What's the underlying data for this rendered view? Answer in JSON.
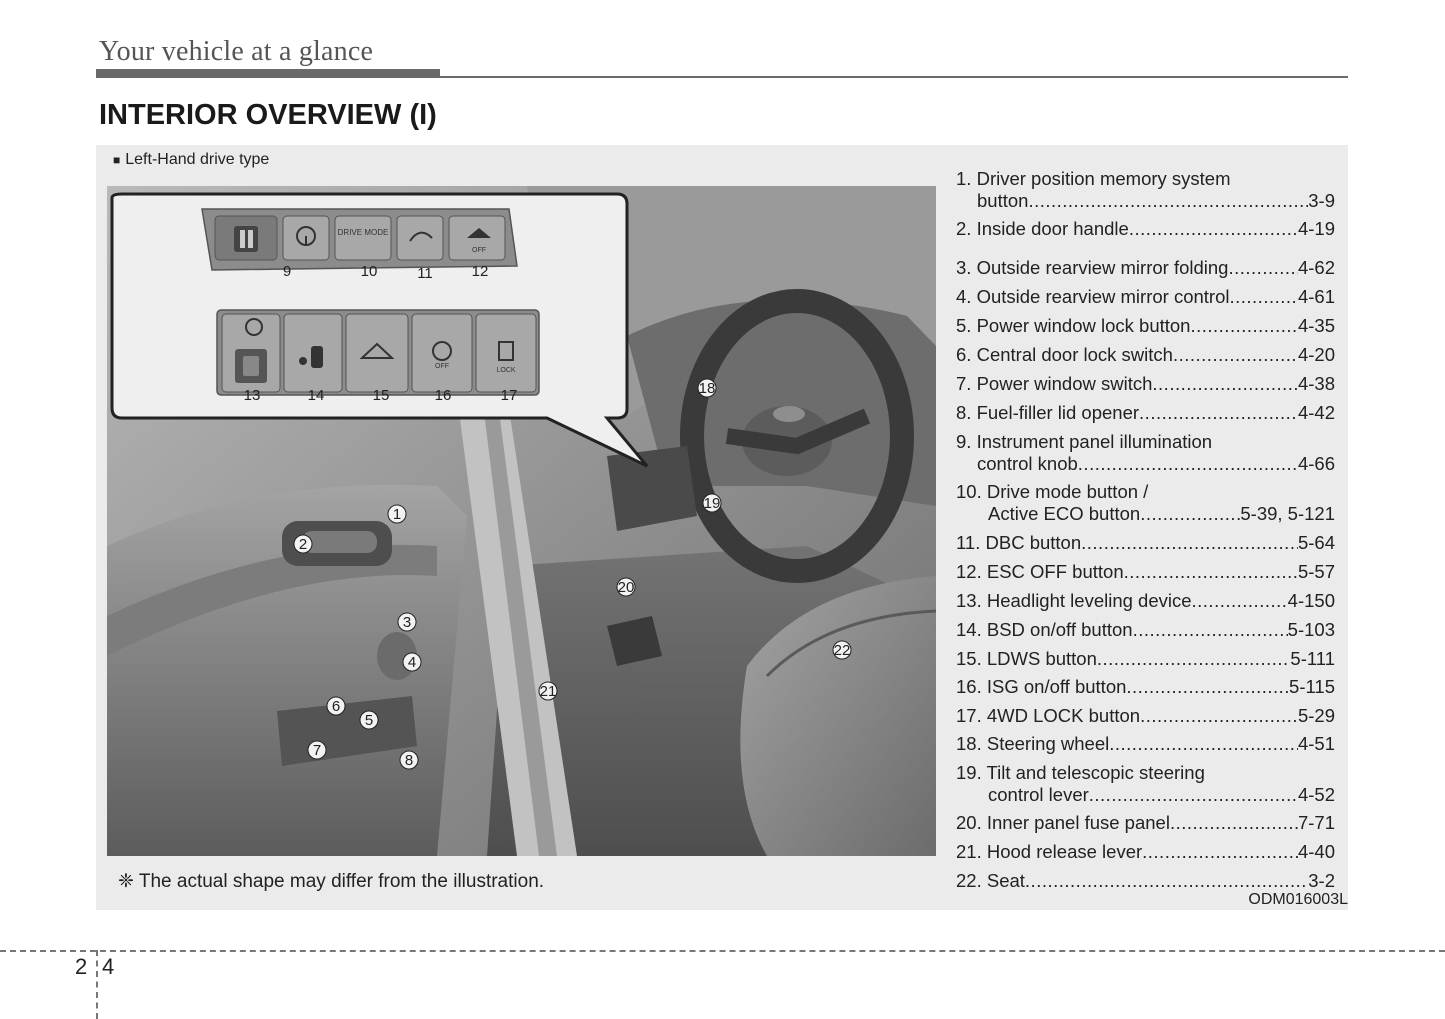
{
  "header": {
    "section_title": "Your vehicle at a glance",
    "page_heading": "INTERIOR OVERVIEW (I)"
  },
  "illustration": {
    "caption": "Left-Hand drive type",
    "note": "❈ The actual shape may differ from the illustration.",
    "code": "ODM016003L",
    "callouts": [
      "1",
      "2",
      "3",
      "4",
      "5",
      "6",
      "7",
      "8",
      "9",
      "10",
      "11",
      "12",
      "13",
      "14",
      "15",
      "16",
      "17",
      "18",
      "19",
      "20",
      "21",
      "22"
    ],
    "button_icons": [
      "mirror-button-icon",
      "illumination-knob-icon",
      "drive-mode-icon",
      "dbc-icon",
      "esc-off-icon",
      "headlight-leveling-icon",
      "bsd-icon",
      "ldws-icon",
      "isg-off-icon",
      "4wd-lock-icon"
    ],
    "button_texts": {
      "drive_mode": "DRIVE MODE",
      "off": "OFF",
      "lock": "LOCK"
    }
  },
  "legend": [
    {
      "num": "1.",
      "lines": [
        "Driver position memory system"
      ],
      "last": "button",
      "page": "3-9"
    },
    {
      "num": "2.",
      "lines": [],
      "last": "Inside door handle",
      "page": "4-19"
    },
    {
      "num": "3.",
      "lines": [],
      "last": "Outside rearview mirror folding",
      "page": "4-62"
    },
    {
      "num": "4.",
      "lines": [],
      "last": "Outside rearview mirror control",
      "page": "4-61"
    },
    {
      "num": "5.",
      "lines": [],
      "last": "Power window lock button",
      "page": "4-35"
    },
    {
      "num": "6.",
      "lines": [],
      "last": "Central door lock switch",
      "page": "4-20"
    },
    {
      "num": "7.",
      "lines": [],
      "last": "Power window switch",
      "page": "4-38"
    },
    {
      "num": "8.",
      "lines": [],
      "last": "Fuel-filler lid opener",
      "page": "4-42"
    },
    {
      "num": "9.",
      "lines": [
        "Instrument panel illumination"
      ],
      "last": "control knob",
      "page": "4-66"
    },
    {
      "num": "10.",
      "lines": [
        "Drive mode button /"
      ],
      "last": "Active ECO button",
      "page": "5-39, 5-121"
    },
    {
      "num": "11.",
      "lines": [],
      "last": "DBC button",
      "page": "5-64"
    },
    {
      "num": "12.",
      "lines": [],
      "last": "ESC OFF button",
      "page": "5-57"
    },
    {
      "num": "13.",
      "lines": [],
      "last": "Headlight leveling device",
      "page": "4-150"
    },
    {
      "num": "14.",
      "lines": [],
      "last": "BSD on/off button",
      "page": "5-103"
    },
    {
      "num": "15.",
      "lines": [],
      "last": "LDWS button",
      "page": "5-111"
    },
    {
      "num": "16.",
      "lines": [],
      "last": "ISG on/off button",
      "page": "5-115"
    },
    {
      "num": "17.",
      "lines": [],
      "last": "4WD LOCK button",
      "page": "5-29"
    },
    {
      "num": "18.",
      "lines": [],
      "last": "Steering wheel",
      "page": "4-51"
    },
    {
      "num": "19.",
      "lines": [
        "Tilt and telescopic steering"
      ],
      "last": "control lever",
      "page": "4-52"
    },
    {
      "num": "20.",
      "lines": [],
      "last": "Inner panel fuse panel",
      "page": "7-71"
    },
    {
      "num": "21.",
      "lines": [],
      "last": "Hood release lever",
      "page": "4-40"
    },
    {
      "num": "22.",
      "lines": [],
      "last": "Seat",
      "page": "3-2"
    }
  ],
  "footer": {
    "chapter": "2",
    "page": "4"
  }
}
